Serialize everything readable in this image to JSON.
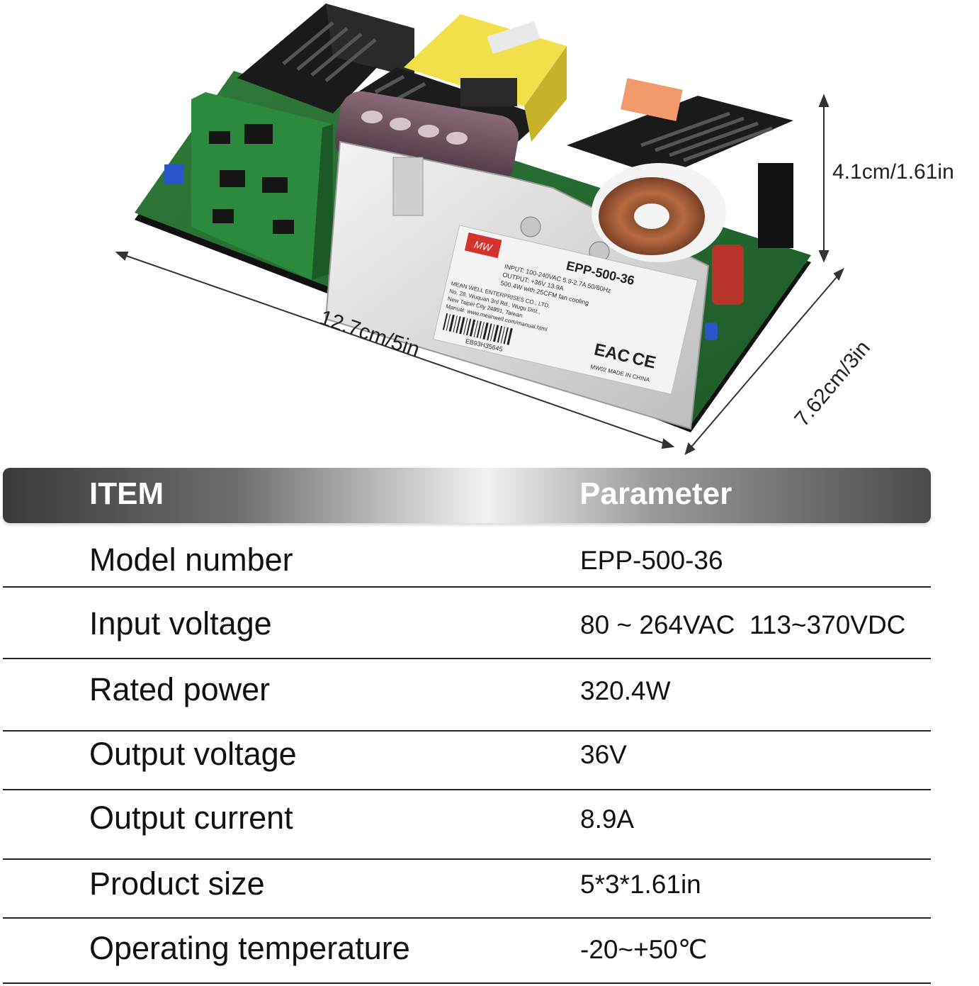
{
  "dimensions": {
    "length": "12.7cm/5in",
    "width": "7.62cm/3in",
    "height": "4.1cm/1.61in"
  },
  "label": {
    "brand": "MW",
    "brand_sub": "MEAN WELL",
    "model": "EPP-500-36",
    "input_line": "INPUT: 100-240VAC  5.9-2.7A  50/60Hz",
    "output_line": "OUTPUT: +36V  13.9A",
    "power_line": "500.4W with 25CFM fan cooling",
    "company": "MEAN WELL ENTERPRISES CO., LTD.",
    "address": "No. 28, Wuquan 3rd Rd., Wugu Dist.,",
    "city": "New Taipei City 24891, Taiwan",
    "manual": "Manual: www.meanwell.com/manual.html",
    "serial": "EB93H35645",
    "origin": "MW02 MADE IN CHINA",
    "cert_eac": "EAC",
    "cert_ce": "CE"
  },
  "table": {
    "header_item": "ITEM",
    "header_param": "Parameter",
    "rows": [
      {
        "item": "Model number",
        "param": "EPP-500-36"
      },
      {
        "item": "Input voltage",
        "param": "80 ~ 264VAC  113~370VDC"
      },
      {
        "item": "Rated power",
        "param": "320.4W"
      },
      {
        "item": "Output voltage",
        "param": "36V"
      },
      {
        "item": "Output current",
        "param": "8.9A"
      },
      {
        "item": "Product size",
        "param": "5*3*1.61in"
      },
      {
        "item": "Operating temperature",
        "param": "-20~+50℃"
      }
    ]
  }
}
